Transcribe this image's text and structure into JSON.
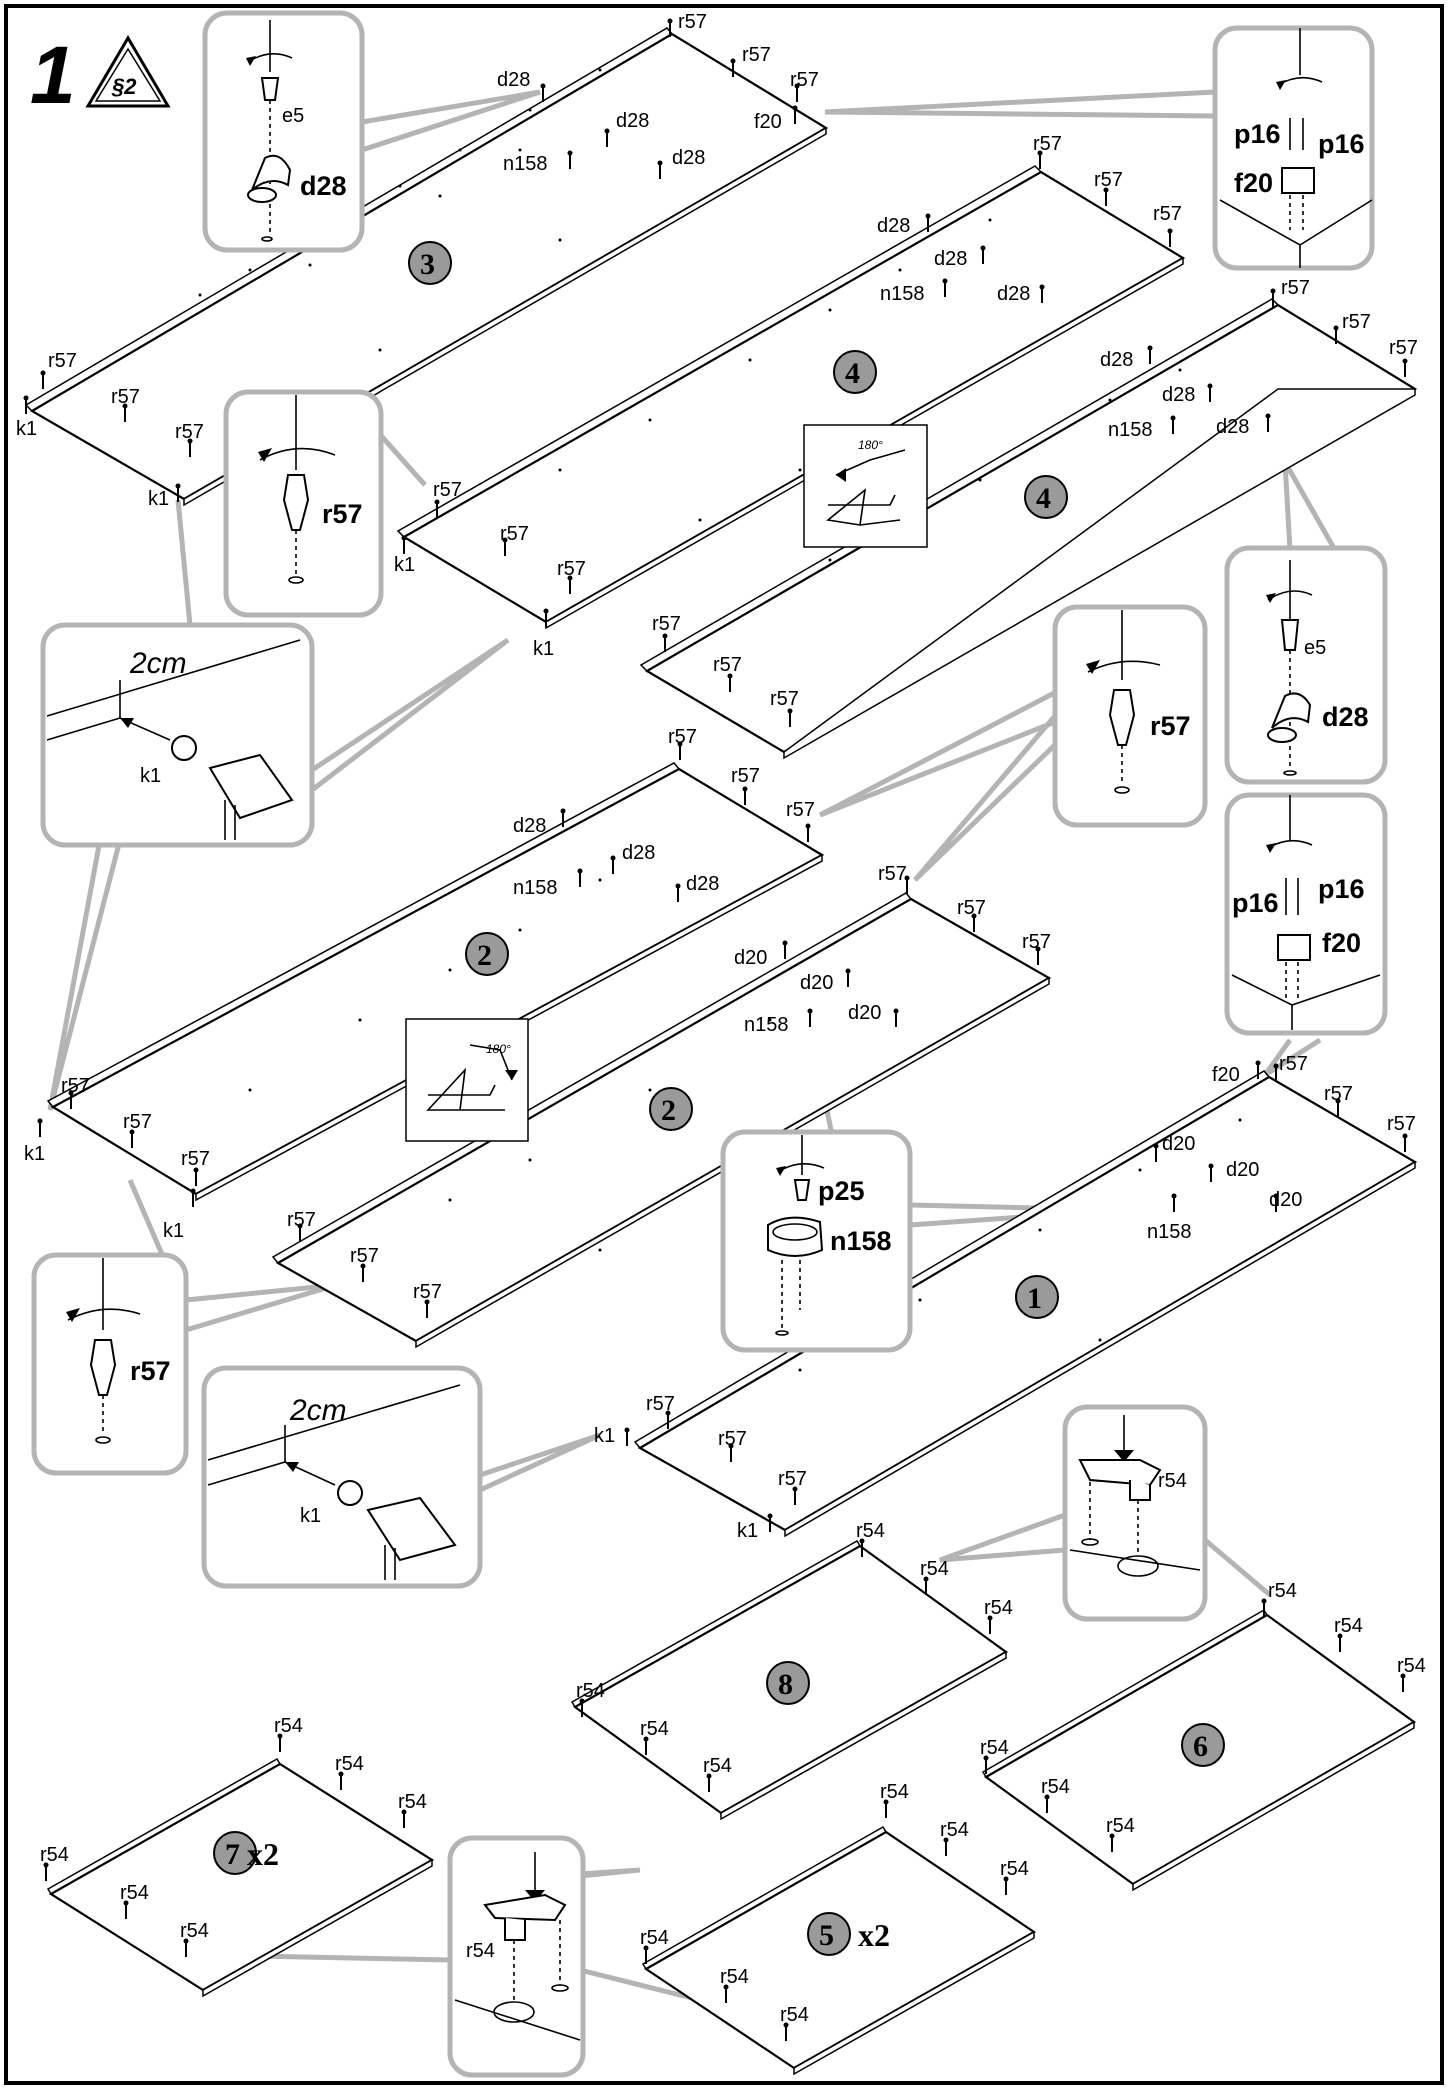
{
  "step": {
    "number": "1",
    "warning_badge": "§2"
  },
  "panels": {
    "p3": "3",
    "p4a": "4",
    "p4b": "4",
    "p2a": "2",
    "p2b": "2",
    "p1": "1",
    "p8": "8",
    "p6": "6",
    "p7": "7",
    "p7_mult": "x2",
    "p5": "5",
    "p5_mult": "x2"
  },
  "parts": {
    "r57": "r57",
    "d28": "d28",
    "d20": "d20",
    "n158": "n158",
    "f20": "f20",
    "k1": "k1",
    "r54": "r54",
    "e5": "e5",
    "p16": "p16",
    "p25": "p25"
  },
  "measure": {
    "edge_offset": "2cm",
    "rotate_angle": "180°"
  },
  "colors": {
    "callout_border": "#b4b4b4",
    "panel_number_disc": "#9a9a9a",
    "ink": "#000000"
  }
}
